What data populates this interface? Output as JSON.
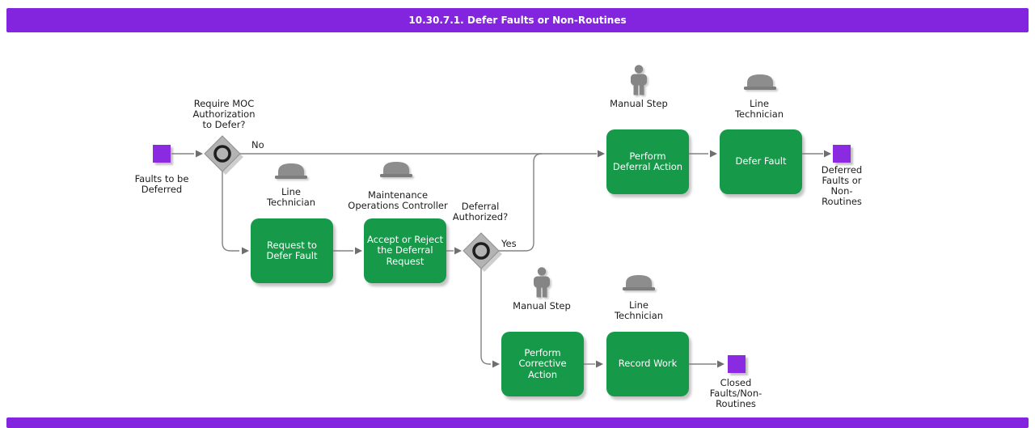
{
  "title": "10.30.7.1. Defer Faults or Non-Routines",
  "colors": {
    "banner": "#8324DF",
    "terminal_node": "#8A2BE2",
    "activity_box": "#17994A",
    "activity_text": "#ffffff",
    "wire": "#828282",
    "decision_fill": "#b3b3b3",
    "label_text": "#1c1c1c"
  },
  "terminals": {
    "start": {
      "label": "Faults to be\nDeferred"
    },
    "end_deferred": {
      "label": "Deferred\nFaults or\nNon-\nRoutines"
    },
    "end_closed": {
      "label": "Closed\nFaults/Non-\nRoutines"
    }
  },
  "decisions": {
    "moc": {
      "question": "Require MOC\nAuthorization\nto Defer?",
      "no_label": "No"
    },
    "deferral": {
      "question": "Deferral\nAuthorized?",
      "yes_label": "Yes"
    }
  },
  "activities": {
    "perform_deferral": {
      "label": "Perform\nDeferral Action",
      "actor": "Manual Step",
      "actor_icon": "person"
    },
    "defer_fault": {
      "label": "Defer Fault",
      "actor": "Line\nTechnician",
      "actor_icon": "hat"
    },
    "request_defer": {
      "label": "Request to\nDefer Fault",
      "actor": "Line\nTechnician",
      "actor_icon": "hat"
    },
    "accept_reject": {
      "label": "Accept or Reject\nthe Deferral\nRequest",
      "actor": "Maintenance\nOperations Controller",
      "actor_icon": "hat"
    },
    "perform_corrective": {
      "label": "Perform\nCorrective\nAction",
      "actor": "Manual Step",
      "actor_icon": "person"
    },
    "record_work": {
      "label": "Record Work",
      "actor": "Line\nTechnician",
      "actor_icon": "hat"
    }
  }
}
